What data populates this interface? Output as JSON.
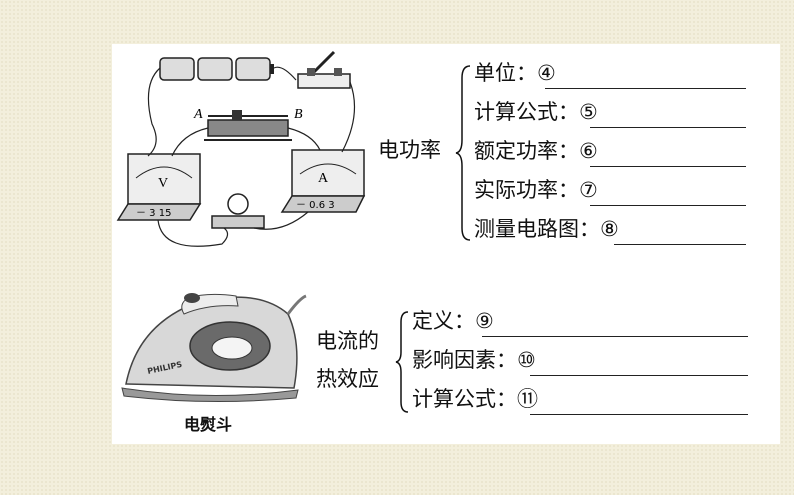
{
  "section1": {
    "heading": "电功率",
    "items": [
      {
        "label": "单位：④"
      },
      {
        "label": "计算公式：⑤"
      },
      {
        "label": "额定功率：⑥"
      },
      {
        "label": "实际功率：⑦"
      },
      {
        "label": "测量电路图：⑧"
      }
    ]
  },
  "section2": {
    "heading_line1": "电流的",
    "heading_line2": "热效应",
    "items": [
      {
        "label": "定义：⑨"
      },
      {
        "label": "影响因素：⑩"
      },
      {
        "label": "计算公式：⑪"
      }
    ]
  },
  "circuit": {
    "label_a": "A",
    "label_b": "B",
    "voltmeter_symbol": "V",
    "voltmeter_terminals": "－ 3 15",
    "ammeter_symbol": "A",
    "ammeter_terminals": "－ 0.6 3"
  },
  "iron": {
    "caption": "电熨斗",
    "brand": "PHILIPS"
  }
}
